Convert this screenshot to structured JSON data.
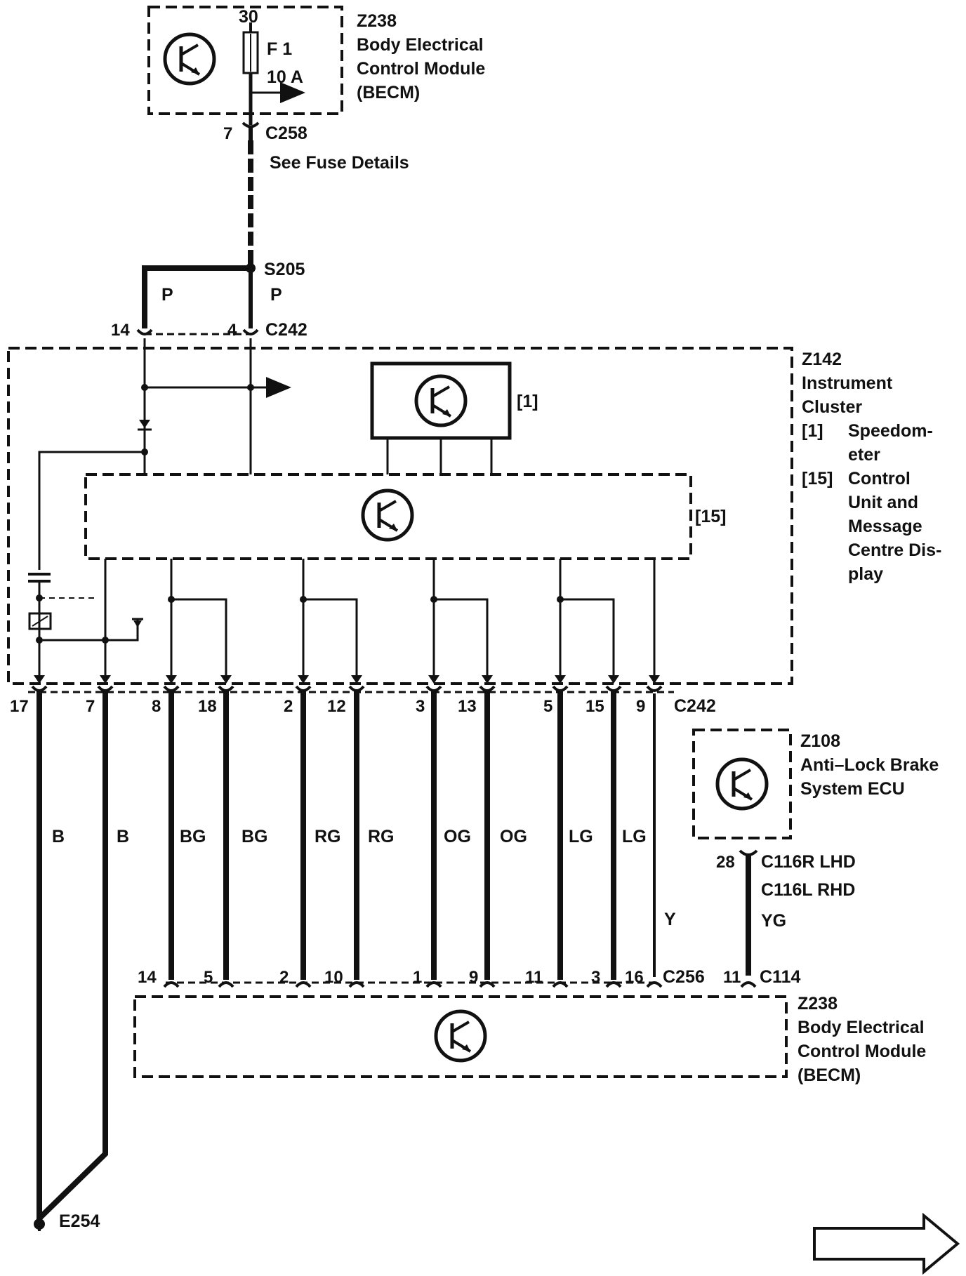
{
  "top_module": {
    "id": "Z238",
    "lines": [
      "Body Electrical",
      "Control Module",
      "(BECM)"
    ],
    "fuse_terminal": "30",
    "fuse_name": "F 1",
    "fuse_rating": "10 A"
  },
  "top_connector": {
    "pin": "7",
    "id": "C258",
    "note": "See Fuse Details"
  },
  "splice": {
    "id": "S205",
    "wire_left": "P",
    "wire_right": "P"
  },
  "cluster_in_connector": {
    "pin_a": "14",
    "pin_b": "4",
    "id": "C242"
  },
  "cluster": {
    "id": "Z142",
    "lines": [
      "Instrument",
      "Cluster"
    ],
    "legend": [
      {
        "key": "[1]",
        "lines": [
          "Speedom-",
          "eter"
        ]
      },
      {
        "key": "[15]",
        "lines": [
          "Control",
          "Unit and",
          "Message",
          "Centre Dis-",
          "play"
        ]
      }
    ],
    "sub1_tag": "[1]",
    "sub15_tag": "[15]"
  },
  "cluster_out_connector": {
    "id": "C242",
    "pins": [
      "17",
      "7",
      "8",
      "18",
      "2",
      "12",
      "3",
      "13",
      "5",
      "15",
      "9"
    ]
  },
  "wires": [
    {
      "pin": "17",
      "color": "B"
    },
    {
      "pin": "7",
      "color": "B"
    },
    {
      "pin": "8",
      "color": "BG"
    },
    {
      "pin": "18",
      "color": "BG"
    },
    {
      "pin": "2",
      "color": "RG"
    },
    {
      "pin": "12",
      "color": "RG"
    },
    {
      "pin": "3",
      "color": "OG"
    },
    {
      "pin": "13",
      "color": "OG"
    },
    {
      "pin": "5",
      "color": "LG"
    },
    {
      "pin": "15",
      "color": "LG"
    },
    {
      "pin": "9",
      "color": "Y"
    }
  ],
  "abs_module": {
    "id": "Z108",
    "lines": [
      "Anti–Lock Brake",
      "System ECU"
    ],
    "pin": "28",
    "connectors": [
      "C116R LHD",
      "C116L RHD"
    ],
    "wire_color": "YG"
  },
  "bottom_connector": {
    "id": "C256",
    "pins": [
      "14",
      "5",
      "2",
      "10",
      "1",
      "9",
      "11",
      "3",
      "16"
    ],
    "c114_pin": "11",
    "c114_id": "C114"
  },
  "bottom_module": {
    "id": "Z238",
    "lines": [
      "Body Electrical",
      "Control Module",
      "(BECM)"
    ]
  },
  "ground": {
    "id": "E254"
  }
}
